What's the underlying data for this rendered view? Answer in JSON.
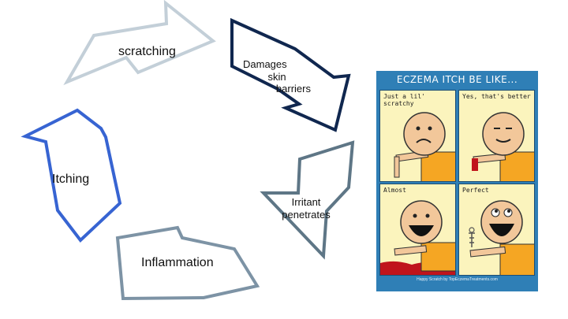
{
  "diagram": {
    "steps": [
      {
        "label": "scratching"
      },
      {
        "label_lines": [
          "Damages",
          "skin",
          "barriers"
        ]
      },
      {
        "label_lines": [
          "Irritant",
          "penetrates"
        ]
      },
      {
        "label": "Inflammation"
      },
      {
        "label": "Itching"
      }
    ],
    "colors": {
      "scratching": "#c3cfd8",
      "damages": "#10274f",
      "irritant": "#5e7686",
      "inflammation": "#7d93a5",
      "itching": "#3764d2"
    }
  },
  "comic": {
    "title": "ECZEMA ITCH BE LIKE...",
    "panels": [
      {
        "caption": "Just a lil' scratchy"
      },
      {
        "caption": "Yes, that's better"
      },
      {
        "caption": "Almost"
      },
      {
        "caption": "Perfect"
      }
    ],
    "footer": "Happy Scratch by TopEczemaTreatments.com",
    "colors": {
      "frame": "#2f7fb6",
      "panel": "#fbf4bd",
      "shirt": "#f5a623",
      "skin": "#f2c79a",
      "blood": "#c0141c"
    }
  }
}
